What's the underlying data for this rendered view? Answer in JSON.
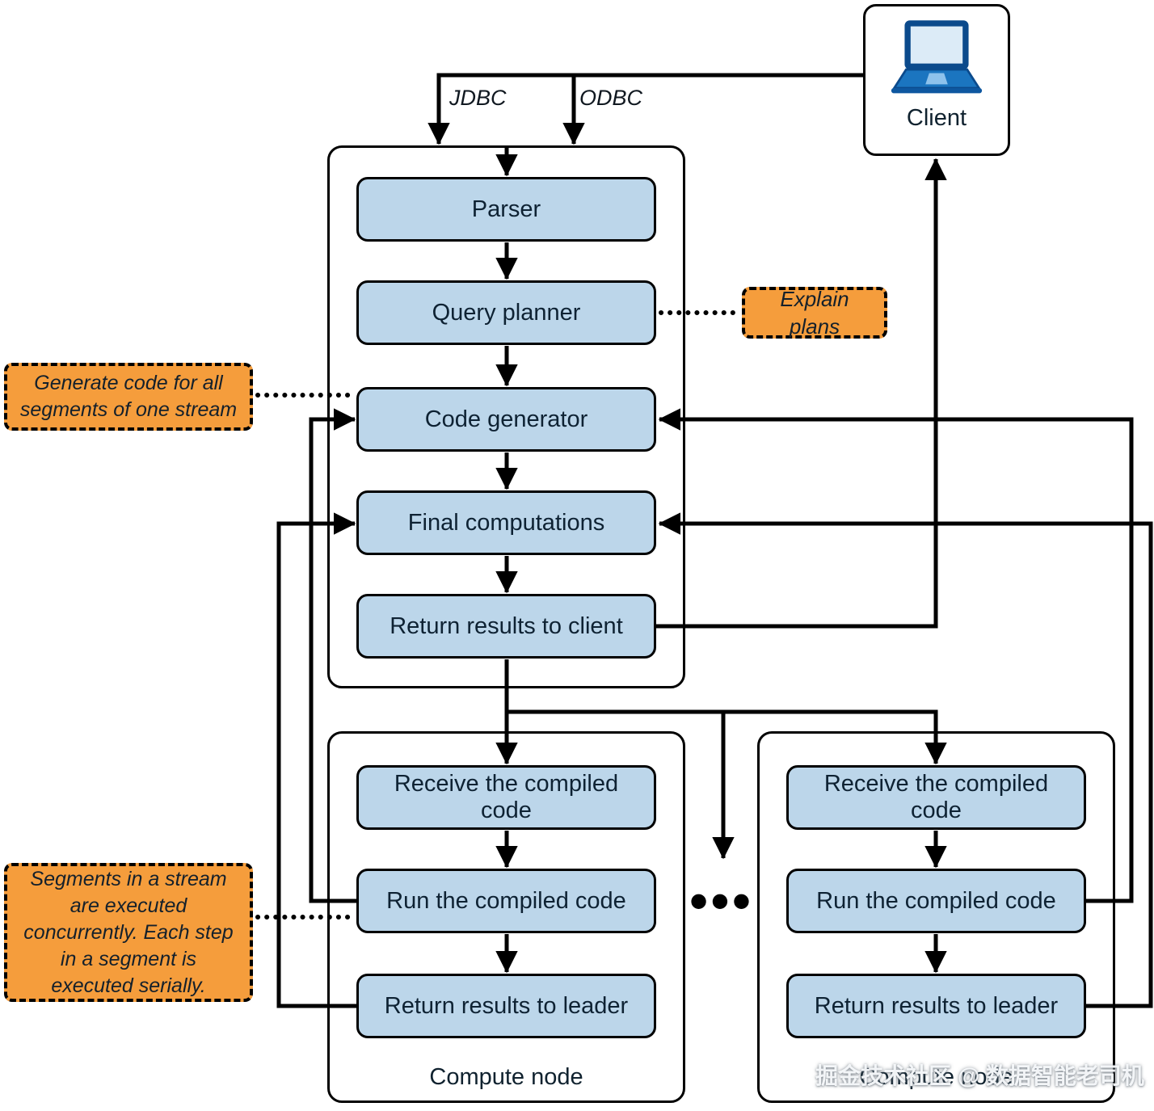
{
  "client": {
    "label": "Client"
  },
  "protocols": {
    "jdbc": "JDBC",
    "odbc": "ODBC"
  },
  "leader_node": {
    "steps": {
      "parser": "Parser",
      "query_planner": "Query planner",
      "code_generator": "Code generator",
      "final_computations": "Final computations",
      "return_results": "Return results to client"
    }
  },
  "annotations": {
    "explain_plans": "Explain plans",
    "generate_code": "Generate code for all segments of one stream",
    "segments_note": "Segments in a stream are executed concurrently. Each step in a segment is executed serially."
  },
  "compute_node_1": {
    "label": "Compute node",
    "steps": {
      "receive": "Receive the compiled code",
      "run": "Run the compiled code",
      "return": "Return results to leader"
    }
  },
  "compute_node_2": {
    "label": "Compute node",
    "steps": {
      "receive": "Receive the compiled code",
      "run": "Run the compiled code",
      "return": "Return results to leader"
    }
  },
  "ellipsis": "•••",
  "watermark": "掘金技术社区 @ 数据智能老司机",
  "colors": {
    "step_fill": "#BCD6EA",
    "annotation_fill": "#F59D3C",
    "line": "#000000",
    "laptop_blue": "#1B75C0"
  }
}
